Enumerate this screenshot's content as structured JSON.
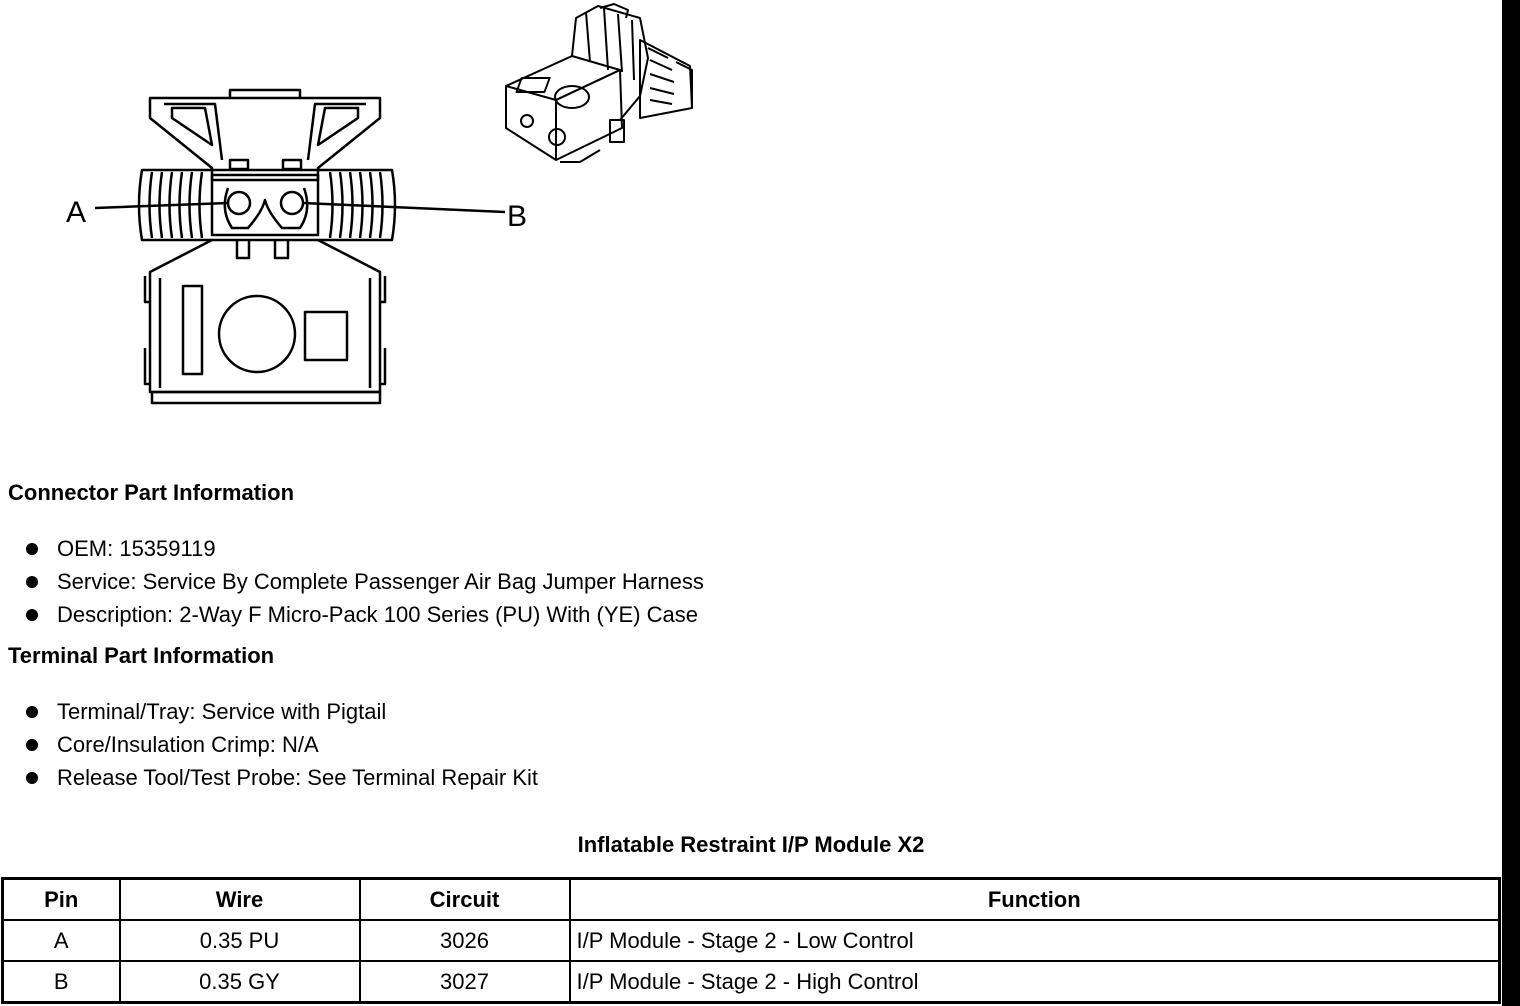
{
  "diagram": {
    "pin_labels": [
      "A",
      "B"
    ]
  },
  "connector_info": {
    "heading": "Connector Part Information",
    "items": [
      "OEM: 15359119",
      "Service: Service By Complete Passenger Air Bag Jumper Harness",
      "Description: 2-Way F Micro-Pack 100 Series (PU) With (YE) Case"
    ]
  },
  "terminal_info": {
    "heading": "Terminal Part Information",
    "items": [
      "Terminal/Tray: Service with Pigtail",
      "Core/Insulation Crimp: N/A",
      "Release Tool/Test Probe: See Terminal Repair Kit"
    ]
  },
  "pin_table": {
    "title": "Inflatable Restraint I/P Module X2",
    "headers": [
      "Pin",
      "Wire",
      "Circuit",
      "Function"
    ],
    "rows": [
      [
        "A",
        "0.35 PU",
        "3026",
        "I/P Module - Stage 2 - Low Control"
      ],
      [
        "B",
        "0.35 GY",
        "3027",
        "I/P Module - Stage 2 - High Control"
      ]
    ]
  }
}
